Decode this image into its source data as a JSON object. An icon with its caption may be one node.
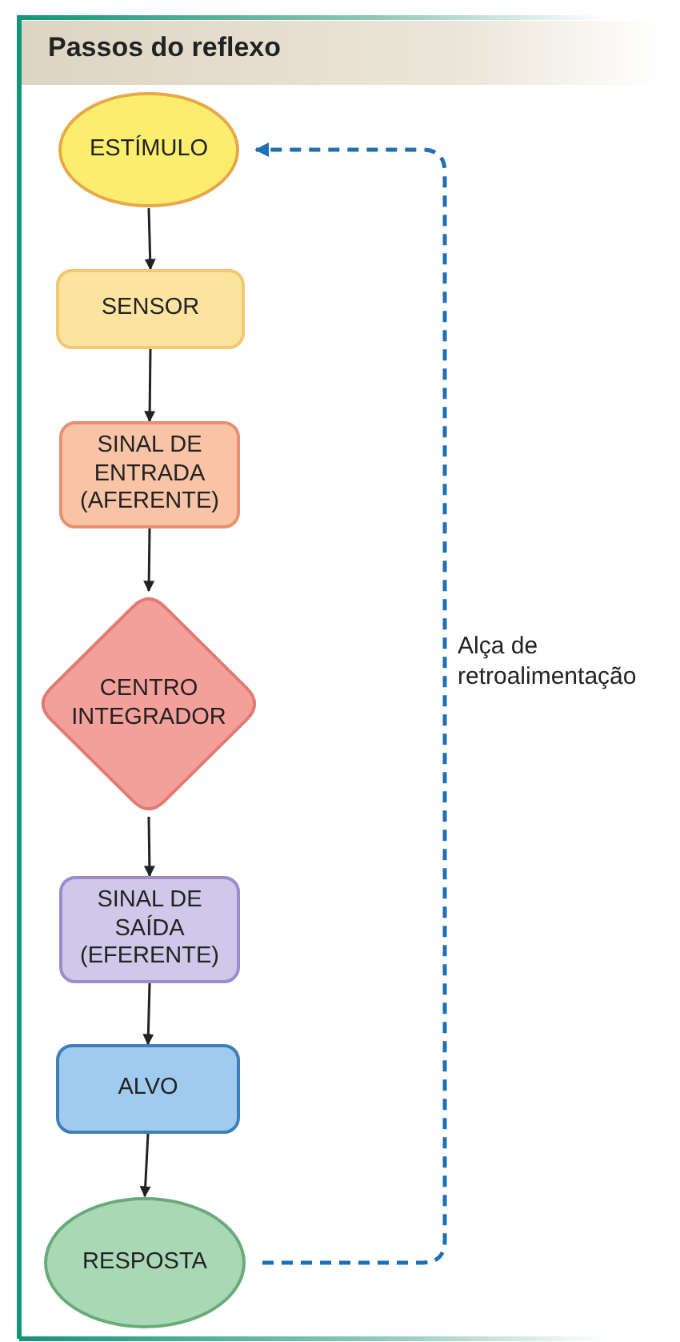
{
  "diagram": {
    "title": "Passos do reflexo",
    "nodes": [
      {
        "text": [
          "ESTÍMULO"
        ]
      },
      {
        "text": [
          "SENSOR"
        ]
      },
      {
        "text": [
          "SINAL DE ENTRADA (AFERENTE)"
        ]
      },
      {
        "text": [
          "CENTRO INTEGRADOR"
        ]
      },
      {
        "text": [
          "SINAL DE SAÍDA (EFERENTE)"
        ]
      },
      {
        "text": [
          "ALVO"
        ]
      },
      {
        "text": [
          "RESPOSTA"
        ]
      }
    ],
    "edges": [
      {
        "from": 0,
        "to": 1,
        "arrow": "to"
      },
      {
        "from": 1,
        "to": 2,
        "arrow": "to"
      },
      {
        "from": 2,
        "to": 3,
        "arrow": "to"
      },
      {
        "from": 3,
        "to": 4,
        "arrow": "to"
      },
      {
        "from": 4,
        "to": 5,
        "arrow": "to"
      },
      {
        "from": 5,
        "to": 6,
        "arrow": "to"
      },
      {
        "from": 6,
        "to": 0,
        "arrow": "to",
        "label": "Alça de retroalimentação",
        "style": "dashed",
        "color": "#1f6fb2"
      }
    ]
  }
}
